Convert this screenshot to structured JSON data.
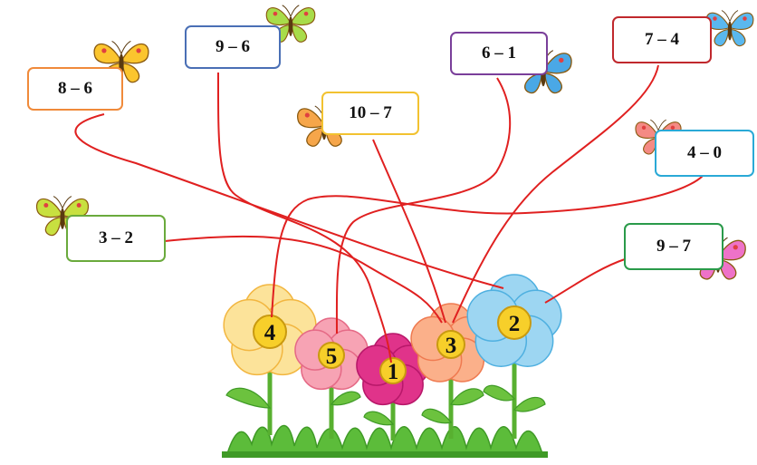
{
  "expressions": [
    {
      "id": "e86",
      "text": "8 – 6",
      "color": "#f08a3a"
    },
    {
      "id": "e96",
      "text": "9 – 6",
      "color": "#4a6fb5"
    },
    {
      "id": "e107",
      "text": "10 – 7",
      "color": "#f2c230"
    },
    {
      "id": "e61",
      "text": "6 – 1",
      "color": "#7a3f9a"
    },
    {
      "id": "e74",
      "text": "7 – 4",
      "color": "#c0282d"
    },
    {
      "id": "e40",
      "text": "4 – 0",
      "color": "#2aa9d6"
    },
    {
      "id": "e32",
      "text": "3 – 2",
      "color": "#6aaa3c"
    },
    {
      "id": "e97",
      "text": "9 – 7",
      "color": "#2a9a4a"
    }
  ],
  "flowers": [
    {
      "id": "f4",
      "number": "4",
      "petal": "#fce39a",
      "edge": "#f2b640"
    },
    {
      "id": "f5",
      "number": "5",
      "petal": "#f7a3b4",
      "edge": "#e56a86"
    },
    {
      "id": "f1",
      "number": "1",
      "petal": "#e0338a",
      "edge": "#b8186a"
    },
    {
      "id": "f3",
      "number": "3",
      "petal": "#fbb08a",
      "edge": "#ef7a50"
    },
    {
      "id": "f2",
      "number": "2",
      "petal": "#9dd6f2",
      "edge": "#4fb0e0"
    }
  ],
  "line_color": "#e02020"
}
